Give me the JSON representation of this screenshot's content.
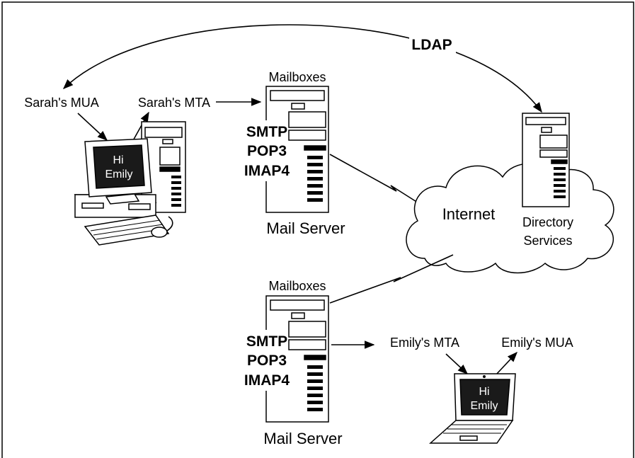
{
  "protocol_top": "LDAP",
  "sarah": {
    "mua": "Sarah's MUA",
    "mta": "Sarah's MTA",
    "screen_line1": "Hi",
    "screen_line2": "Emily"
  },
  "server_top": {
    "mailboxes": "Mailboxes",
    "protocols": [
      "SMTP",
      "POP3",
      "IMAP4"
    ],
    "name": "Mail Server"
  },
  "server_bottom": {
    "mailboxes": "Mailboxes",
    "protocols": [
      "SMTP",
      "POP3",
      "IMAP4"
    ],
    "name": "Mail Server"
  },
  "cloud": {
    "label": "Internet"
  },
  "directory": {
    "line1": "Directory",
    "line2": "Services"
  },
  "emily": {
    "mta": "Emily's MTA",
    "mua": "Emily's MUA",
    "screen_line1": "Hi",
    "screen_line2": "Emily"
  },
  "colors": {
    "ink": "#000000",
    "screen": "#1a1a1a",
    "background": "#ffffff"
  }
}
